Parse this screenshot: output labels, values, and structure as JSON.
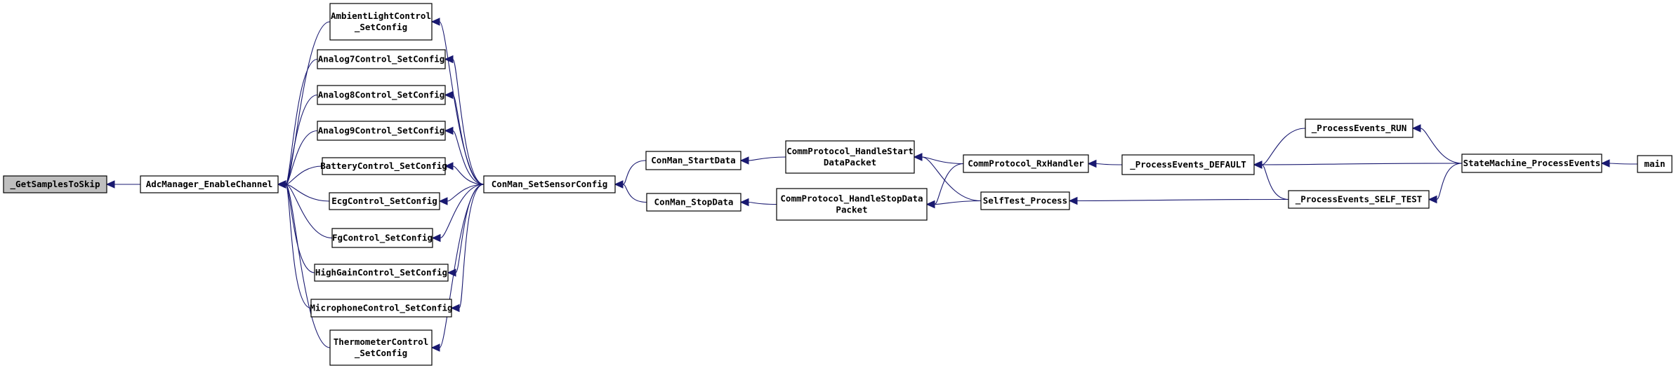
{
  "nodes": [
    {
      "id": "getSamples",
      "lines": [
        "_GetSamplesToSkip"
      ],
      "root": true
    },
    {
      "id": "adcEnable",
      "lines": [
        "AdcManager_EnableChannel"
      ]
    },
    {
      "id": "ambient",
      "lines": [
        "AmbientLightControl",
        "_SetConfig"
      ]
    },
    {
      "id": "analog7",
      "lines": [
        "Analog7Control_SetConfig"
      ]
    },
    {
      "id": "analog8",
      "lines": [
        "Analog8Control_SetConfig"
      ]
    },
    {
      "id": "analog9",
      "lines": [
        "Analog9Control_SetConfig"
      ]
    },
    {
      "id": "battery",
      "lines": [
        "BatteryControl_SetConfig"
      ]
    },
    {
      "id": "ecg",
      "lines": [
        "EcgControl_SetConfig"
      ]
    },
    {
      "id": "fg",
      "lines": [
        "FgControl_SetConfig"
      ]
    },
    {
      "id": "highgain",
      "lines": [
        "HighGainControl_SetConfig"
      ]
    },
    {
      "id": "microphone",
      "lines": [
        "MicrophoneControl_SetConfig"
      ]
    },
    {
      "id": "thermometer",
      "lines": [
        "ThermometerControl",
        "_SetConfig"
      ]
    },
    {
      "id": "setSensor",
      "lines": [
        "ConMan_SetSensorConfig"
      ]
    },
    {
      "id": "startData",
      "lines": [
        "ConMan_StartData"
      ]
    },
    {
      "id": "stopData",
      "lines": [
        "ConMan_StopData"
      ]
    },
    {
      "id": "handleStart",
      "lines": [
        "CommProtocol_HandleStart",
        "DataPacket"
      ]
    },
    {
      "id": "handleStop",
      "lines": [
        "CommProtocol_HandleStopData",
        "Packet"
      ]
    },
    {
      "id": "rxHandler",
      "lines": [
        "CommProtocol_RxHandler"
      ]
    },
    {
      "id": "selfTest",
      "lines": [
        "SelfTest_Process"
      ]
    },
    {
      "id": "evDefault",
      "lines": [
        "_ProcessEvents_DEFAULT"
      ]
    },
    {
      "id": "evRun",
      "lines": [
        "_ProcessEvents_RUN"
      ]
    },
    {
      "id": "evSelfTest",
      "lines": [
        "_ProcessEvents_SELF_TEST"
      ]
    },
    {
      "id": "stateMachine",
      "lines": [
        "StateMachine_ProcessEvents"
      ]
    },
    {
      "id": "main",
      "lines": [
        "main"
      ]
    }
  ],
  "edges": [
    {
      "from": "adcEnable",
      "to": "getSamples"
    },
    {
      "from": "ambient",
      "to": "adcEnable"
    },
    {
      "from": "analog7",
      "to": "adcEnable"
    },
    {
      "from": "analog8",
      "to": "adcEnable"
    },
    {
      "from": "analog9",
      "to": "adcEnable"
    },
    {
      "from": "battery",
      "to": "adcEnable"
    },
    {
      "from": "ecg",
      "to": "adcEnable"
    },
    {
      "from": "fg",
      "to": "adcEnable"
    },
    {
      "from": "highgain",
      "to": "adcEnable"
    },
    {
      "from": "microphone",
      "to": "adcEnable"
    },
    {
      "from": "thermometer",
      "to": "adcEnable"
    },
    {
      "from": "setSensor",
      "to": "ambient"
    },
    {
      "from": "setSensor",
      "to": "analog7"
    },
    {
      "from": "setSensor",
      "to": "analog8"
    },
    {
      "from": "setSensor",
      "to": "analog9"
    },
    {
      "from": "setSensor",
      "to": "battery"
    },
    {
      "from": "setSensor",
      "to": "ecg"
    },
    {
      "from": "setSensor",
      "to": "fg"
    },
    {
      "from": "setSensor",
      "to": "highgain"
    },
    {
      "from": "setSensor",
      "to": "microphone"
    },
    {
      "from": "setSensor",
      "to": "thermometer"
    },
    {
      "from": "startData",
      "to": "setSensor"
    },
    {
      "from": "stopData",
      "to": "setSensor"
    },
    {
      "from": "handleStart",
      "to": "startData"
    },
    {
      "from": "handleStop",
      "to": "stopData"
    },
    {
      "from": "rxHandler",
      "to": "handleStart"
    },
    {
      "from": "rxHandler",
      "to": "handleStop"
    },
    {
      "from": "selfTest",
      "to": "handleStart"
    },
    {
      "from": "selfTest",
      "to": "handleStop"
    },
    {
      "from": "evDefault",
      "to": "rxHandler"
    },
    {
      "from": "evSelfTest",
      "to": "selfTest"
    },
    {
      "from": "evRun",
      "to": "evDefault"
    },
    {
      "from": "evSelfTest",
      "to": "evDefault"
    },
    {
      "from": "stateMachine",
      "to": "evDefault"
    },
    {
      "from": "stateMachine",
      "to": "evRun"
    },
    {
      "from": "stateMachine",
      "to": "evSelfTest"
    },
    {
      "from": "main",
      "to": "stateMachine"
    }
  ]
}
